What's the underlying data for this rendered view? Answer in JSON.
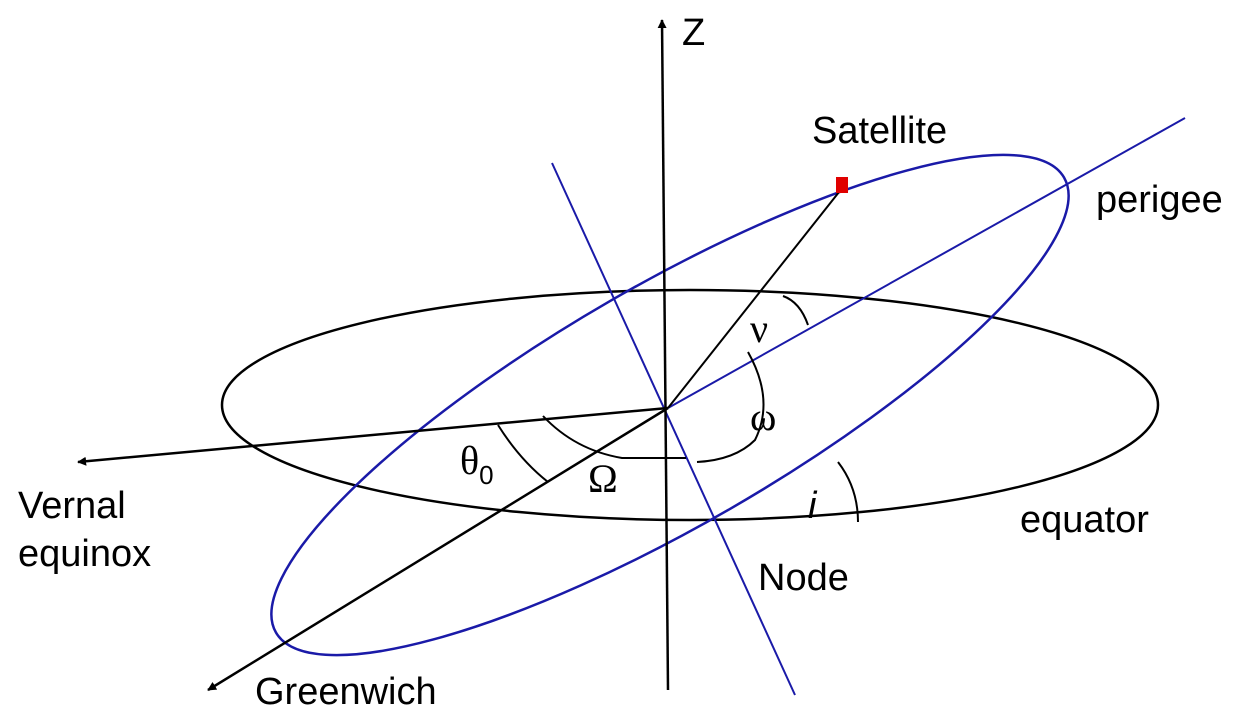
{
  "labels": {
    "z_axis": "Z",
    "satellite": "Satellite",
    "perigee": "perigee",
    "vernal_1": "Vernal",
    "vernal_2": "equinox",
    "greenwich": "Greenwich",
    "equator": "equator",
    "node": "Node",
    "nu": "ν",
    "omega_small": "ω",
    "theta": "θ",
    "theta_sub": "0",
    "omega_cap": "Ω",
    "inclination": "i"
  },
  "colors": {
    "axes": "#000000",
    "orbit": "#1a1aa8",
    "satellite": "#e00000",
    "equator": "#000000"
  }
}
